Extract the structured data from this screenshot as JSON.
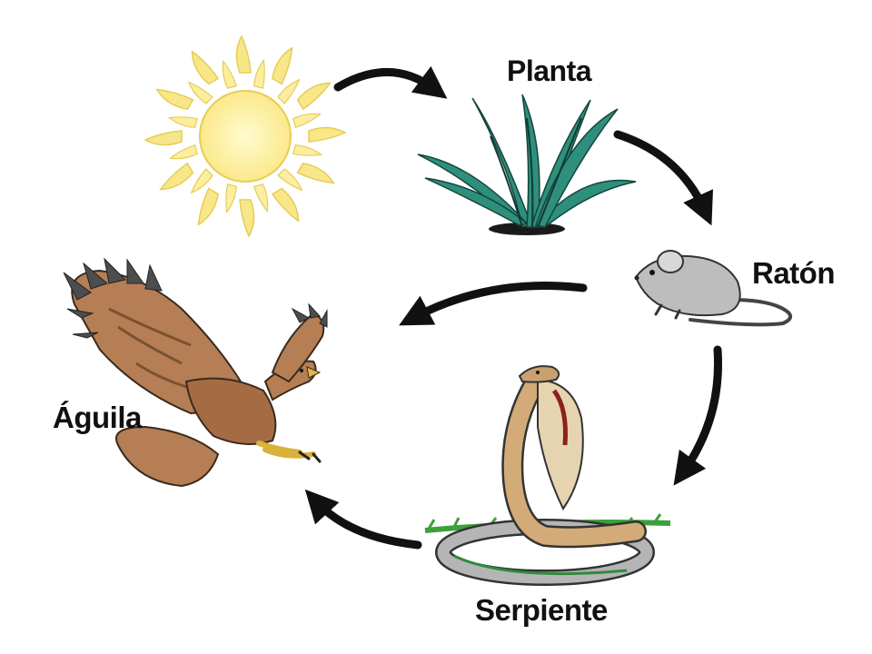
{
  "diagram": {
    "nodes": [
      {
        "id": "sol",
        "label": "",
        "icon": "sun-icon"
      },
      {
        "id": "planta",
        "label": "Planta",
        "icon": "plant-icon"
      },
      {
        "id": "raton",
        "label": "Ratón",
        "icon": "mouse-icon"
      },
      {
        "id": "serpiente",
        "label": "Serpiente",
        "icon": "snake-icon"
      },
      {
        "id": "aguila",
        "label": "Águila",
        "icon": "eagle-icon"
      }
    ],
    "edges": [
      {
        "from": "sol",
        "to": "planta"
      },
      {
        "from": "planta",
        "to": "raton"
      },
      {
        "from": "raton",
        "to": "serpiente"
      },
      {
        "from": "raton",
        "to": "aguila"
      },
      {
        "from": "serpiente",
        "to": "aguila"
      }
    ]
  },
  "colors": {
    "arrow": "#111111",
    "sun_core": "#fdf3a6",
    "sun_rays": "#f5e27a",
    "plant": "#2e8b7a",
    "mouse": "#b9b9b9",
    "eagle": "#b07850",
    "snake": "#c9a070",
    "grass": "#3aa03a"
  }
}
